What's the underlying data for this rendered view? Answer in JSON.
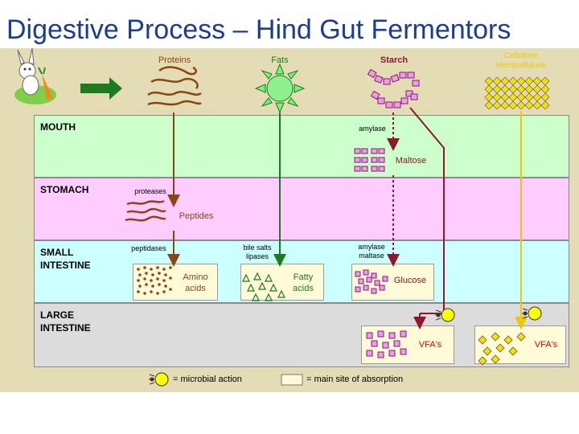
{
  "title": "Digestive Process – Hind Gut Fermentors",
  "nutrients": {
    "proteins": "Proteins",
    "fats": "Fats",
    "starch": "Starch",
    "cellulose": "Cellulose\nHemicellulose"
  },
  "regions": {
    "mouth": "MOUTH",
    "stomach": "STOMACH",
    "small_intestine": "SMALL\nINTESTINE",
    "large_intestine": "LARGE\nINTESTINE"
  },
  "enzymes": {
    "amylase": "amylase",
    "proteases": "proteases",
    "peptidases": "peptidases",
    "bile_lipases": "bile salts\nlipases",
    "amylase_maltase": "amylase\nmaltase"
  },
  "products": {
    "maltose": "Maltose",
    "peptides": "Peptides",
    "amino_acids": "Amino\nacids",
    "fatty_acids": "Fatty\nacids",
    "glucose": "Glucose",
    "vfa_starch": "VFA's",
    "vfa_cellulose": "VFA's"
  },
  "legend": {
    "microbial": "= microbial action",
    "absorption": "= main site of absorption"
  },
  "colors": {
    "title": "#1a3d8f",
    "proteins": "#8b4513",
    "fats": "#1e7a1e",
    "starch": "#8b1a2e",
    "cellulose": "#f0c800",
    "mouth_band": "#ccffcc",
    "stomach_band": "#ffccff",
    "small_intestine_band": "#ccffff",
    "large_intestine_band": "#dcdcdc",
    "absorption_box": "#fffbd8",
    "vfa_text": "#e60000"
  }
}
